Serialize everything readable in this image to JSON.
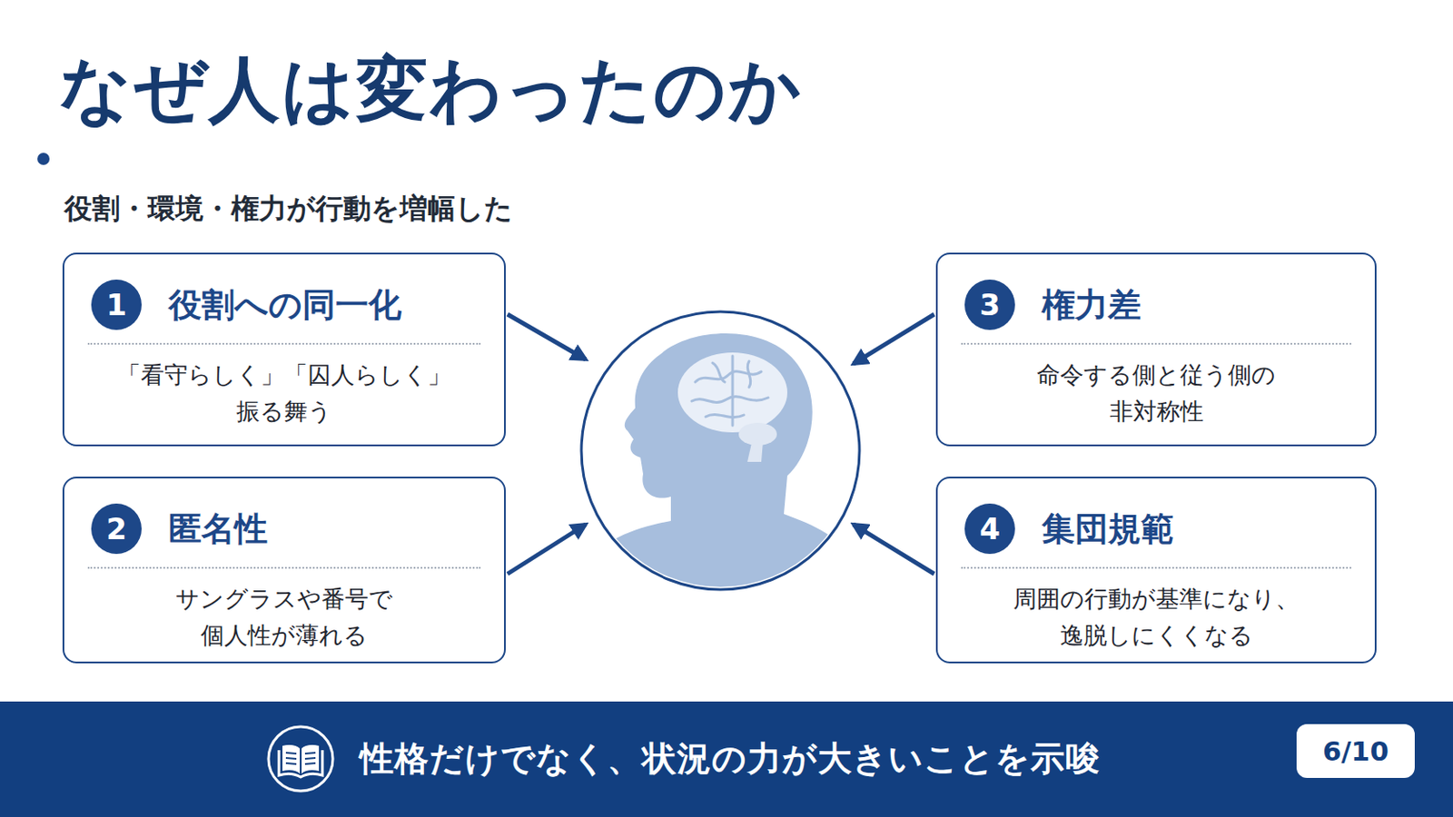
{
  "diagram": {
    "title": "なぜ人は変わったのか",
    "nodes": [
      {
        "text": [
          "役割への同一化",
          "「看守らしく」「囚人らしく」 振る舞う"
        ]
      },
      {
        "text": [
          "1"
        ],
        "in": 0
      },
      {
        "text": [
          "匿名性",
          "サングラスや番号で 個人性が薄れる"
        ]
      },
      {
        "text": [
          "2"
        ],
        "in": 2
      },
      {
        "text": [
          "権力差",
          "命令する側と従う側の 非対称性"
        ]
      },
      {
        "text": [
          "3"
        ],
        "in": 4
      },
      {
        "text": [
          "集団規範",
          "周囲の行動が基準になり、 逸脱しにくくなる"
        ]
      },
      {
        "text": [
          "4"
        ],
        "in": 6
      },
      {
        "text": [
          "性格だけでなく、状況の力が大きいことを示唆"
        ]
      },
      {
        "text": [
          "6/10"
        ],
        "in": 8
      }
    ],
    "labels": [
      "役割・環境・権力が行動を増幅した"
    ]
  }
}
